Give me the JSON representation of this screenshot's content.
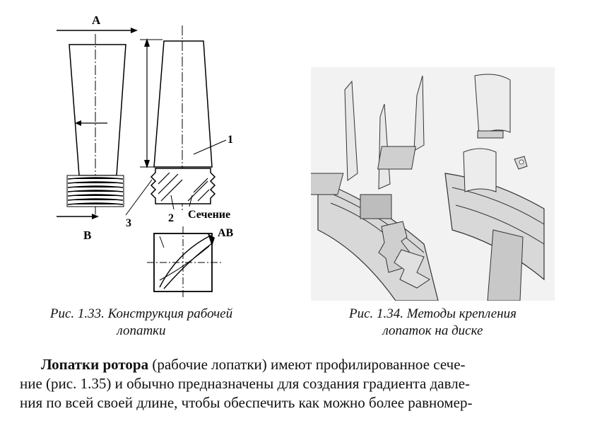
{
  "figure_left": {
    "label_a": "A",
    "label_b": "B",
    "label_ab": "AB",
    "label_1": "1",
    "label_2": "2",
    "label_3": "3",
    "section_label": "Сечение"
  },
  "captions": {
    "left_line1": "Рис. 1.33. Конструкция рабочей",
    "left_line2": "лопатки",
    "right_line1": "Рис. 1.34. Методы крепления",
    "right_line2": "лопаток на диске"
  },
  "paragraph": {
    "bold_term": "Лопатки ротора",
    "line1_rest": " (рабочие лопатки) имеют профилированное сече-",
    "line2": "ние (рис. 1.35) и обычно предназначены для создания градиента давле-",
    "line3": "ния по всей своей длине, чтобы обеспечить как можно более равномер-"
  }
}
